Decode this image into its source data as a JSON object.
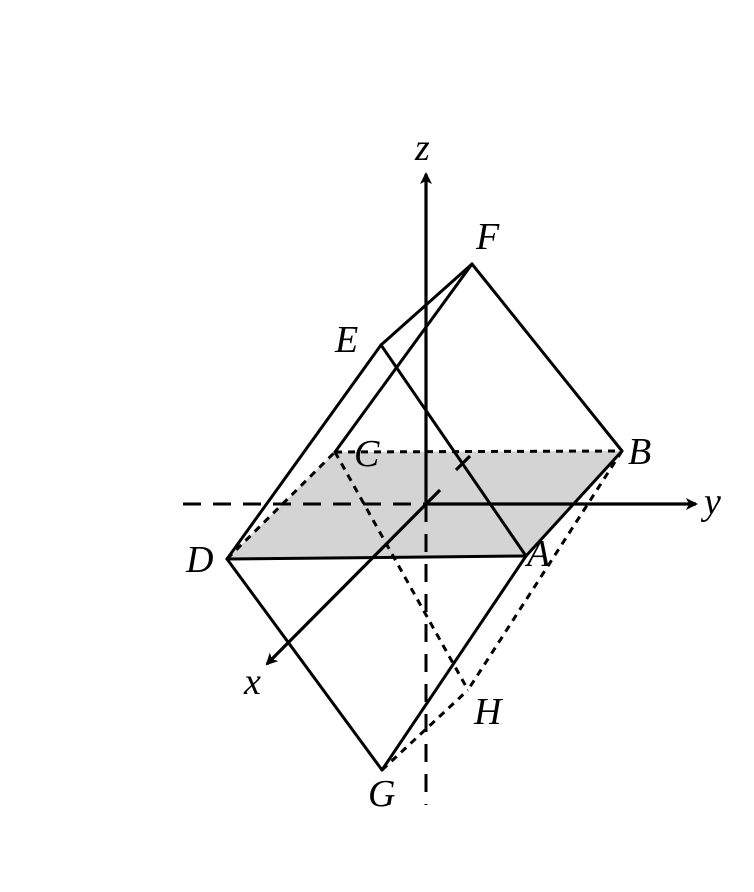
{
  "colors": {
    "stroke": "#000000",
    "base_fill": "#d4d4d4",
    "background": "#ffffff"
  },
  "labels": {
    "axis_x": "x",
    "axis_y": "y",
    "axis_z": "z",
    "A": "A",
    "B": "B",
    "C": "C",
    "D": "D",
    "E": "E",
    "F": "F",
    "G": "G",
    "H": "H"
  }
}
